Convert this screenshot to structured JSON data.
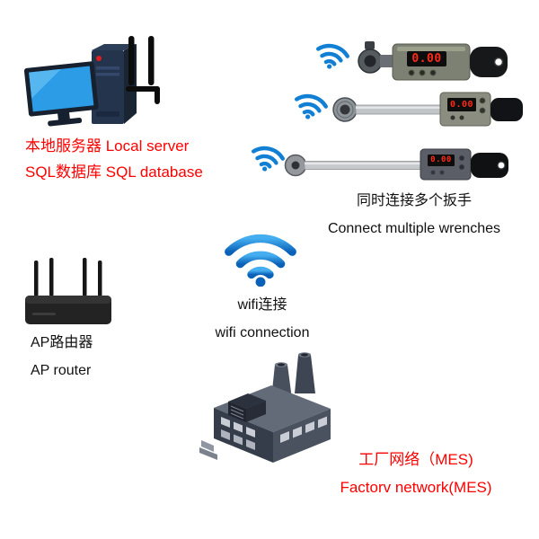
{
  "colors": {
    "accent_red": "#fe0000",
    "wifi_blue": "#1180d4",
    "label_black": "#111111",
    "lcd_red": "#ff2a1a"
  },
  "server": {
    "line1": "本地服务器 Local server",
    "line2": "SQL数据库 SQL database"
  },
  "wrench_group": {
    "line1": "同时连接多个扳手",
    "line2": "Connect multiple wrenches",
    "lcd_value": "0.00"
  },
  "wifi": {
    "line1": "wifi连接",
    "line2": "wifi connection"
  },
  "router": {
    "line1": "AP路由器",
    "line2": "AP router"
  },
  "factory": {
    "line1": "工厂网络（MES)",
    "line2": "Factorv network(MES)"
  },
  "icons": {
    "wifi": "wifi-icon",
    "server": "desktop-server-icon",
    "antenna": "antenna-icon",
    "router": "ap-router-icon",
    "factory": "factory-icon",
    "wrench": "torque-wrench-icon"
  }
}
